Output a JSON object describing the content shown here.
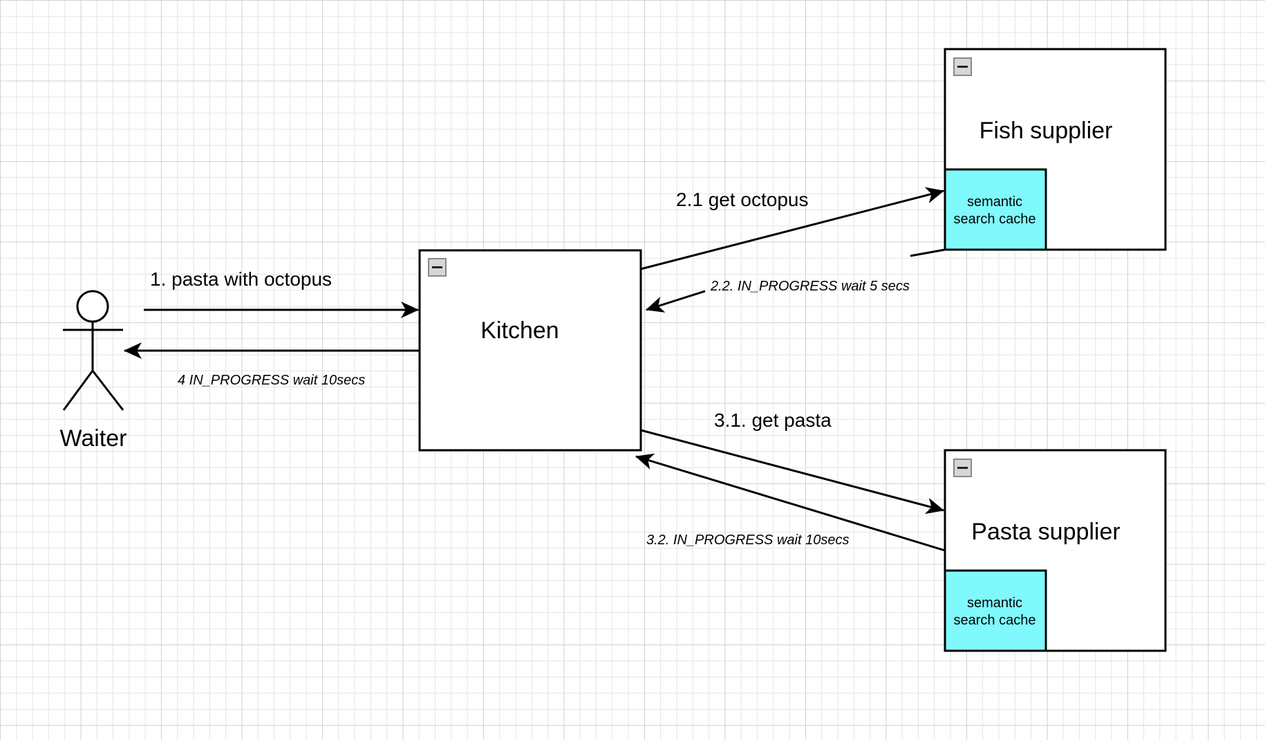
{
  "actor": {
    "label": "Waiter"
  },
  "nodes": {
    "kitchen": {
      "label": "Kitchen"
    },
    "fish_supplier": {
      "label": "Fish supplier",
      "cache_line1": "semantic",
      "cache_line2": "search cache"
    },
    "pasta_supplier": {
      "label": "Pasta supplier",
      "cache_line1": "semantic",
      "cache_line2": "search cache"
    }
  },
  "edges": {
    "e1": "1. pasta with octopus",
    "e4": "4 IN_PROGRESS wait 10secs",
    "e21": "2.1 get octopus",
    "e22": "2.2. IN_PROGRESS wait 5 secs",
    "e31": "3.1. get pasta",
    "e32": "3.2. IN_PROGRESS wait 10secs"
  },
  "colors": {
    "cache_fill": "#7ff9fc",
    "stroke": "#000000",
    "collapse_icon_fill": "#d6d6d6",
    "grid": "#e4e4e4"
  }
}
